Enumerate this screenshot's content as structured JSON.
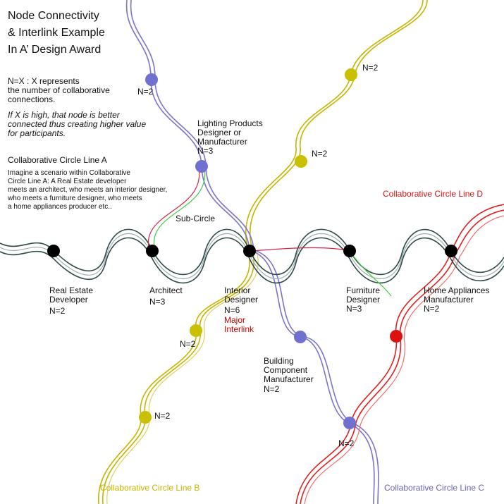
{
  "title": {
    "lines": [
      "Node Connectivity",
      "& Interlink Example",
      "In A’ Design Award"
    ]
  },
  "legend": {
    "definition": [
      "N=X : X represents",
      "the number of collaborative",
      "connections."
    ],
    "note": [
      "If X is high, that node is better",
      "connected thus creating higher value",
      "for participants."
    ]
  },
  "circle_a": {
    "title": "Collaborative Circle Line A",
    "description": [
      "Imagine a scenario within Collaborative",
      "Circle Line A: A Real Estate developer",
      "meets an architect, who meets an interior designer,",
      "who meets a furniture designer, who meets",
      "a home appliances producer etc.."
    ]
  },
  "line_labels": {
    "b": "Collaborative Circle Line B",
    "c": "Collaborative Circle Line C",
    "d": "Collaborative Circle Line D"
  },
  "sub_circle": "Sub-Circle",
  "nodes": {
    "real_estate": {
      "label": [
        "Real Estate",
        "Developer"
      ],
      "count": "N=2"
    },
    "architect": {
      "label": [
        "Architect"
      ],
      "count": "N=3"
    },
    "interior": {
      "label": [
        "Interior",
        "Designer"
      ],
      "count": "N=6",
      "note": [
        "Major",
        "Interlink"
      ]
    },
    "furniture": {
      "label": [
        "Furniture",
        "Designer"
      ],
      "count": "N=3"
    },
    "home_appliances": {
      "label": [
        "Home Appliances",
        "Manufacturer"
      ],
      "count": "N=2"
    },
    "lighting": {
      "label": [
        "Lighting Products",
        "Designer or",
        "Manufacturer"
      ],
      "count": "N=3"
    },
    "building": {
      "label": [
        "Building",
        "Component",
        "Manufacturer"
      ],
      "count": "N=2"
    },
    "purple_top": {
      "count": "N=2"
    },
    "yellow_top": {
      "count": "N=2"
    },
    "yellow_mid": {
      "count": "N=2"
    },
    "yellow_b1": {
      "count": "N=2"
    },
    "yellow_b2": {
      "count": "N=2"
    },
    "purple_bottom": {
      "count": "N=2"
    }
  },
  "colors": {
    "line_a": "#2e4a48",
    "line_b": "#c8b400",
    "line_c": "#7b74c9",
    "line_d": "#e02020",
    "major_interlink": "#cc0000",
    "node_a": "#000000",
    "node_b": "#c8c000",
    "node_c": "#7070d0",
    "node_d": "#dd1111"
  }
}
